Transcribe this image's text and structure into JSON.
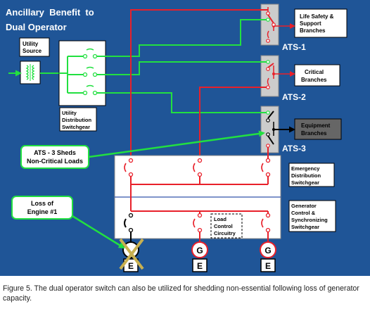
{
  "diagram": {
    "title_line1": "Ancillary  Benefit  to",
    "title_line2": "Dual Operator",
    "utility_source": [
      "Utility",
      "Source"
    ],
    "utility_switchgear": [
      "Utility",
      "Distribution",
      "Switchgear"
    ],
    "ats": [
      {
        "label": "ATS-1",
        "load": [
          "Life Safety &",
          "Support",
          "Branches"
        ]
      },
      {
        "label": "ATS-2",
        "load": [
          "Critical",
          "Branches"
        ]
      },
      {
        "label": "ATS-3",
        "load": [
          "Equipment",
          "Branches"
        ]
      }
    ],
    "emergency_switchgear": [
      "Emergency",
      "Distribution",
      "Switchgear"
    ],
    "generator_switchgear": [
      "Generator",
      "Control &",
      "Synchronizing",
      "Switchgear"
    ],
    "load_control": [
      "Load",
      "Control",
      "Circuitry"
    ],
    "callout_sheds": [
      "ATS - 3 Sheds",
      "Non-Critical Loads"
    ],
    "callout_loss": [
      "Loss of",
      "Engine #1"
    ],
    "generator_g": "G",
    "engine_e": "E",
    "colors": {
      "background": "#1f5597",
      "green": "#22e040",
      "red": "#e8202a",
      "black": "#000000"
    }
  },
  "caption": "Figure 5. The dual operator switch can also be utilized for shedding non-essential following loss of generator capacity."
}
